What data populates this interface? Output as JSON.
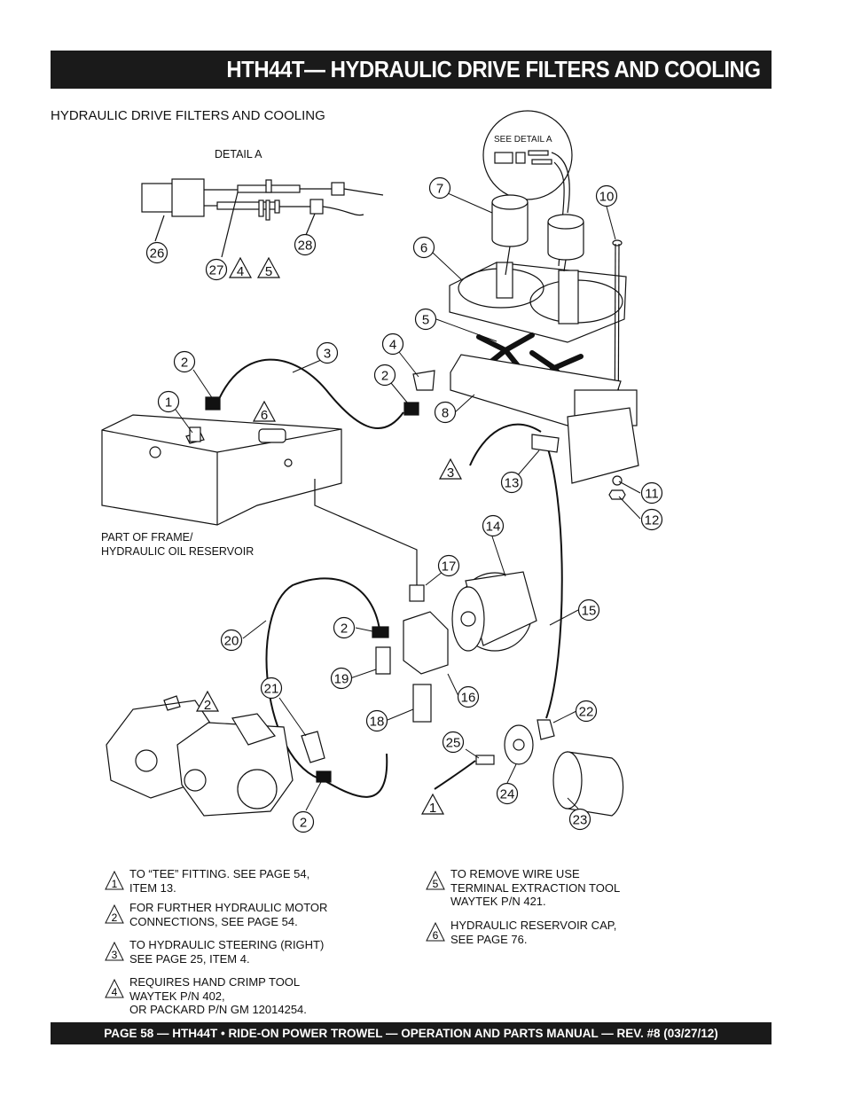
{
  "header": {
    "title": "HTH44T— HYDRAULIC DRIVE FILTERS AND COOLING"
  },
  "section_title": "HYDRAULIC DRIVE FILTERS AND COOLING",
  "diagram": {
    "detail_label": "DETAIL  A",
    "see_detail_label": "SEE DETAIL A",
    "reservoir_label_line1": "PART OF FRAME/",
    "reservoir_label_line2": "HYDRAULIC OIL RESERVOIR",
    "callouts": [
      "1",
      "2",
      "2",
      "2",
      "2",
      "3",
      "4",
      "5",
      "6",
      "7",
      "8",
      "10",
      "11",
      "12",
      "13",
      "14",
      "15",
      "16",
      "17",
      "18",
      "19",
      "20",
      "21",
      "22",
      "23",
      "24",
      "25",
      "26",
      "27",
      "28"
    ],
    "triangle_flags": [
      "4",
      "5",
      "6",
      "3",
      "2",
      "1"
    ]
  },
  "notes": [
    {
      "num": "1",
      "text": "TO “TEE” FITTING. SEE PAGE 54,\nITEM 13."
    },
    {
      "num": "2",
      "text": "FOR FURTHER HYDRAULIC MOTOR\nCONNECTIONS, SEE PAGE 54."
    },
    {
      "num": "3",
      "text": "TO HYDRAULIC STEERING (RIGHT)\nSEE PAGE 25, ITEM 4."
    },
    {
      "num": "4",
      "text": "REQUIRES HAND CRIMP TOOL\nWAYTEK P/N 402,\nOR PACKARD P/N GM 12014254."
    },
    {
      "num": "5",
      "text": "TO REMOVE WIRE USE\nTERMINAL EXTRACTION TOOL\nWAYTEK P/N 421."
    },
    {
      "num": "6",
      "text": "HYDRAULIC RESERVOIR CAP,\nSEE PAGE 76."
    }
  ],
  "footer": {
    "text": "PAGE 58 — HTH44T • RIDE-ON POWER TROWEL —  OPERATION AND PARTS MANUAL — REV. #8 (03/27/12)"
  }
}
